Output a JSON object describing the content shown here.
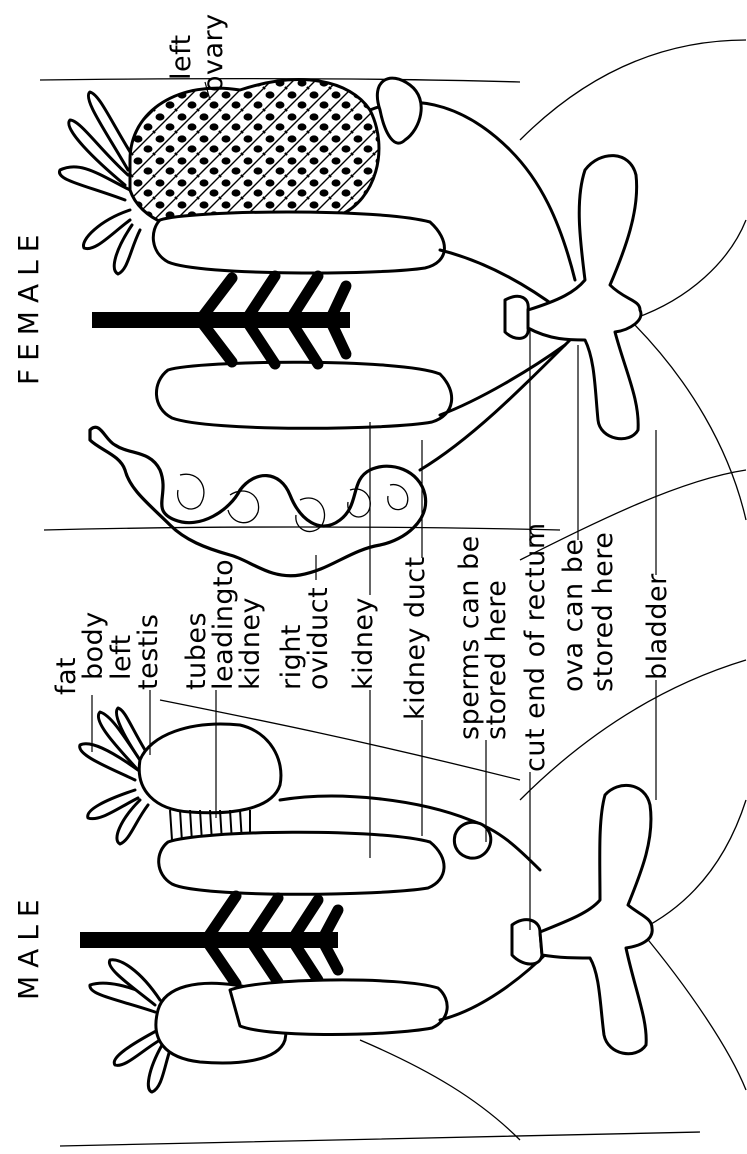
{
  "headings": {
    "male": "MALE",
    "female": "FEMALE"
  },
  "labels": {
    "fat_body": [
      "fat",
      "body"
    ],
    "left_testis": [
      "left",
      "testis"
    ],
    "tubes_leading_to_kidney": [
      "tubes",
      "leadingto",
      "kidney"
    ],
    "right_oviduct": [
      "right",
      "oviduct"
    ],
    "kidney": "kidney",
    "kidney_duct": "kidney duct",
    "sperms_stored": [
      "sperms can be",
      "stored here"
    ],
    "cut_end_of_rectum": "cut end of rectum",
    "ova_stored": [
      "ova can be",
      "stored here"
    ],
    "bladder": "bladder",
    "left_ovary": [
      "left",
      "ovary"
    ]
  }
}
